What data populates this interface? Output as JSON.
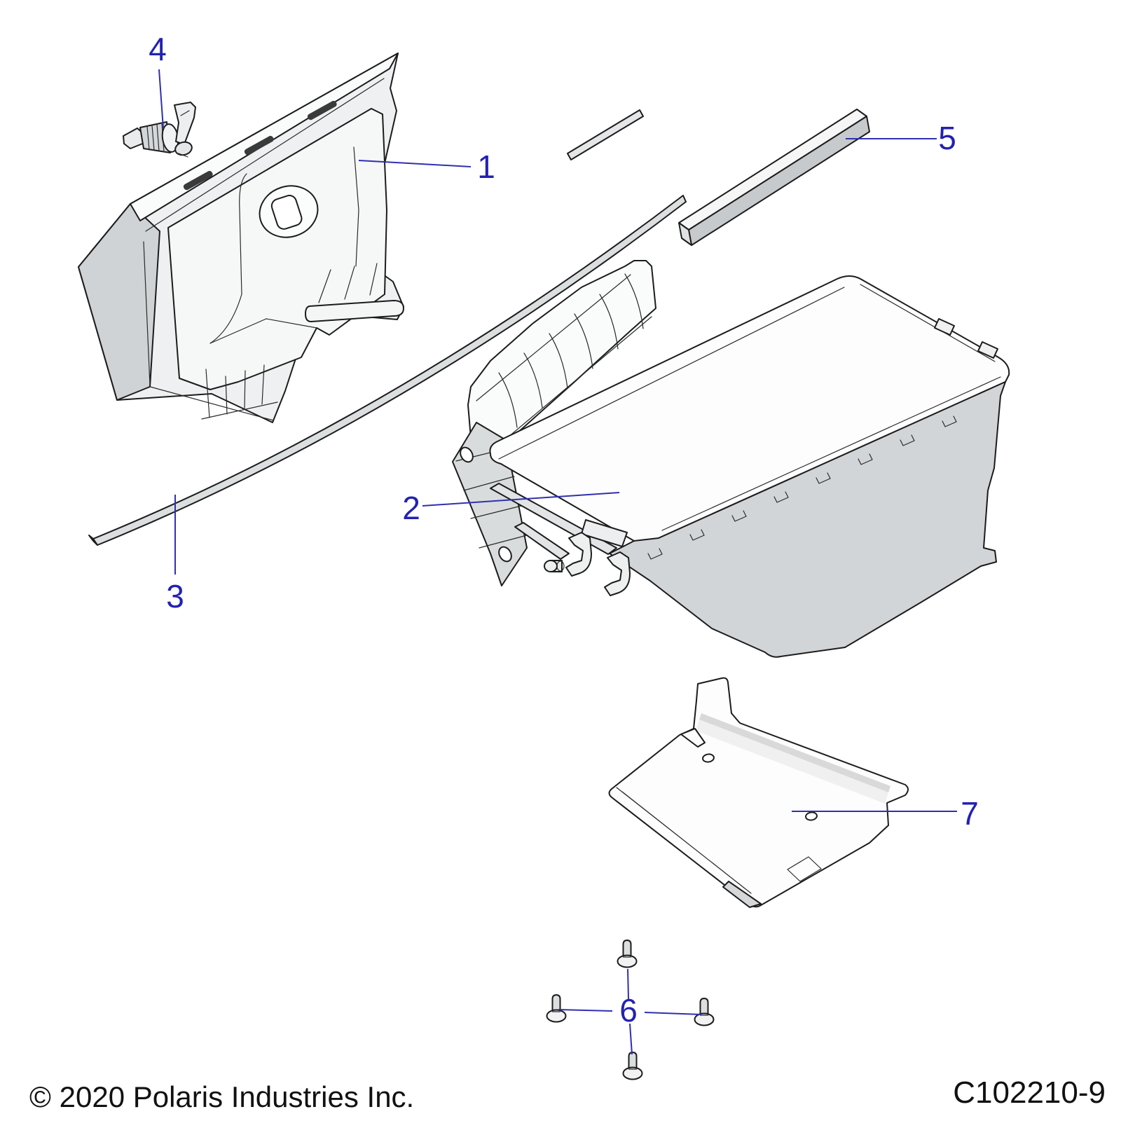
{
  "diagram": {
    "title_hint": "exploded parts diagram",
    "footer": {
      "copyright": "© 2020 Polaris Industries Inc.",
      "drawing_code": "C102210-9"
    },
    "colors": {
      "callout_blue": "#2222b2",
      "leader_blue": "#3030b0",
      "line_black": "#1c1c1c",
      "fill_light": "#eef0f1",
      "fill_mid": "#d3d6d8"
    },
    "callouts": {
      "c1": "1",
      "c2": "2",
      "c3": "3",
      "c4": "4",
      "c5": "5",
      "c6": "6",
      "c7": "7"
    }
  }
}
